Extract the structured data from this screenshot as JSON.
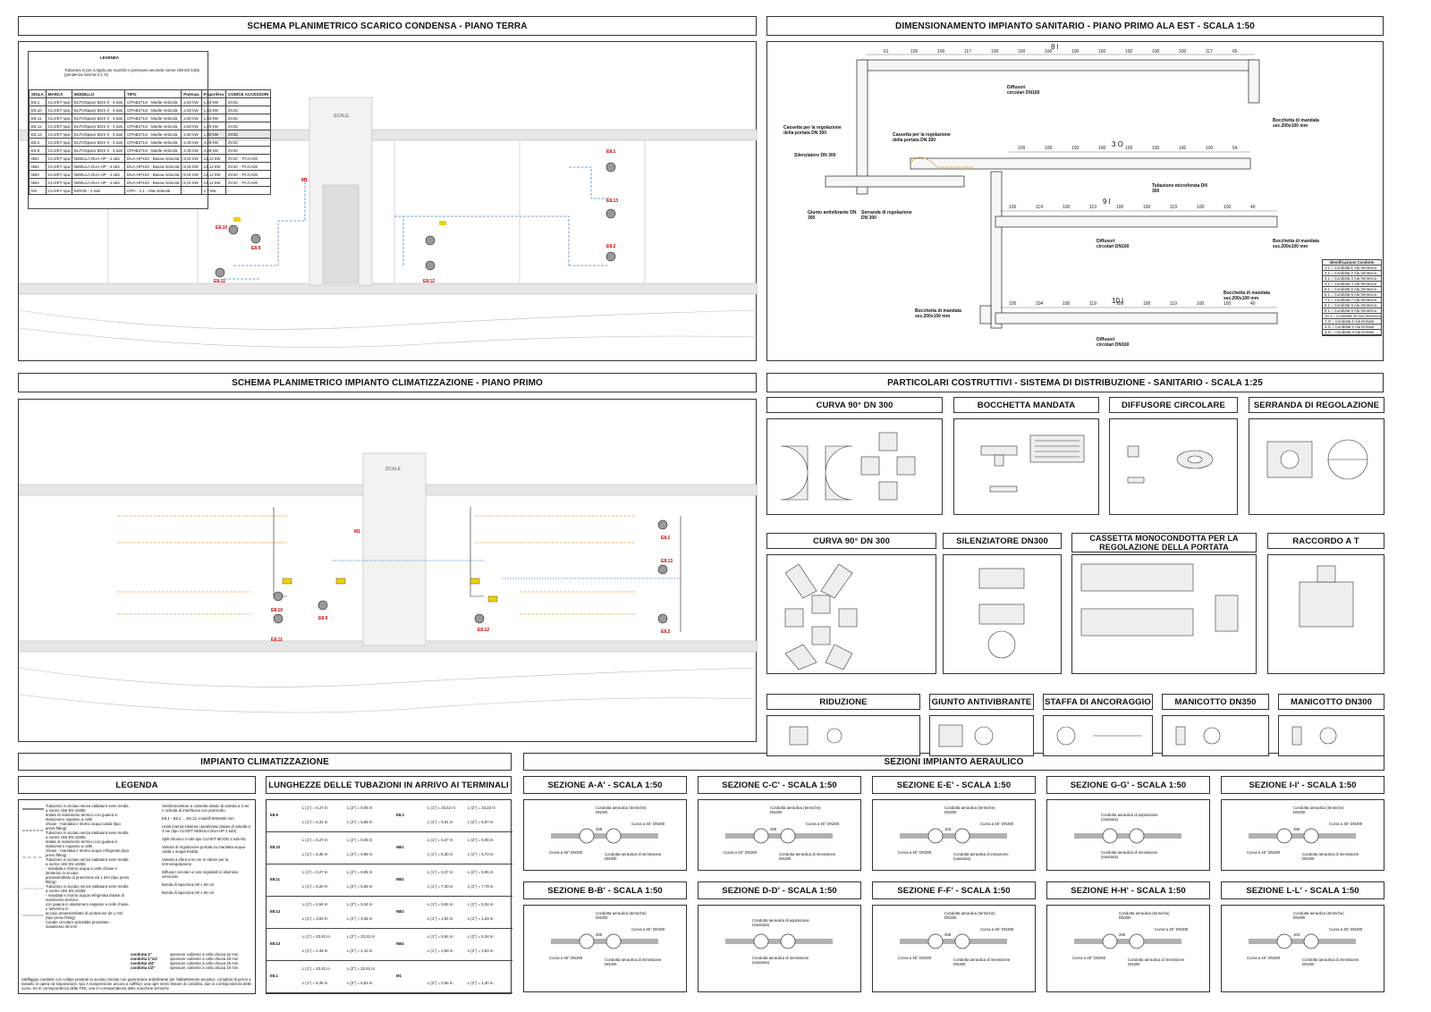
{
  "sheet": {
    "panels": {
      "p1_title": "SCHEMA PLANIMETRICO SCARICO CONDENSA - PIANO TERRA",
      "p2_title": "DIMENSIONAMENTO IMPIANTO SANITARIO - PIANO PRIMO ALA EST - SCALA 1:50",
      "p3_title": "SCHEMA PLANIMETRICO IMPIANTO CLIMATIZZAZIONE - PIANO PRIMO",
      "p4_title": "PARTICOLARI COSTRUTTIVI - SISTEMA DI DISTRIBUZIONE - SANITARIO - SCALA 1:25",
      "p5_title": "IMPIANTO CLIMATIZZAZIONE",
      "p6_title": "SEZIONI IMPIANTO AERAULICO"
    },
    "details": {
      "curva90a": "CURVA 90° DN 300",
      "bocchetta": "BOCCHETTA MANDATA",
      "diffusore": "DIFFUSORE CIRCOLARE",
      "serranda": "SERRANDA DI REGOLAZIONE",
      "curva90b": "CURVA 90° DN 300",
      "silenziatore": "SILENZIATORE DN300",
      "cassetta": "CASSETTA MONOCONDOTTA PER LA REGOLAZIONE DELLA PORTATA",
      "raccordo": "RACCORDO A T",
      "riduzione": "RIDUZIONE",
      "giunto": "GIUNTO ANTIVIBRANTE",
      "staffa": "STAFFA DI ANCORAGGIO",
      "manicotto350": "MANICOTTO DN350",
      "manicotto300": "MANICOTTO DN300"
    },
    "sections": {
      "aa": "SEZIONE A-A' - SCALA 1:50",
      "cc": "SEZIONE C-C' - SCALA 1:50",
      "ee": "SEZIONE E-E' - SCALA 1:50",
      "gg": "SEZIONE G-G' - SCALA 1:50",
      "ii": "SEZIONE I-I' - SCALA 1:50",
      "bb": "SEZIONE B-B' - SCALA 1:50",
      "dd": "SEZIONE D-D' - SCALA 1:50",
      "ff": "SEZIONE F-F' - SCALA 1:50",
      "hh": "SEZIONE H-H' - SCALA 1:50",
      "ll": "SEZIONE L-L' - SCALA 1:50"
    },
    "legend_title": "LEGENDA",
    "lengths_title": "LUNGHEZZE DELLE TUBAZIONI IN ARRIVO AI TERMINALI",
    "plan_labels": {
      "scale": "SCALE",
      "e1": "E8.1",
      "e2": "E8.2",
      "e9": "E8.9",
      "e10": "E8.10",
      "e11": "E8.11",
      "e12": "E8.12",
      "e13": "E8.13",
      "m1": "M1"
    },
    "sanitario": {
      "g8": "8 l",
      "g3": "3 O",
      "g9": "9 l",
      "g10": "10 l",
      "cassetta1": "Cassetta per la regolazione della portata DN 300",
      "cassetta2": "Cassetta per la regolazione della portata DN 300",
      "silenziatore": "Silenziatore DN 300",
      "giunto": "Giunto antivibrante DN 300",
      "serranda": "Serranda di regolazione DN 300",
      "diffusori": "Diffusori circolari DN160",
      "bocchetta": "Bocchetta di mandata sez.200x100 mm",
      "tubazione": "Tubazione microforata DN 300",
      "ident": "Identificazione Condotte"
    },
    "lengths_rows": [
      {
        "id": "E8.9",
        "a": "L (1°) = 6,27 m",
        "b": "L (2°) = 6,05 m",
        "c": "L (1°) = 6,31 m",
        "d": "L (2°) = 5,88 m",
        "id2": "E8.2",
        "e": "L (1°) = 23,42 m",
        "f": "L (2°) = 23,22 m",
        "g": "L (1°) = 5,91 m",
        "h": "L (2°) = 5,97 m"
      },
      {
        "id": "E8.10",
        "a": "L (1°) = 6,27 m",
        "b": "L (2°) = 6,05 m",
        "c": "L (1°) = 5,36 m",
        "d": "L (2°) = 5,88 m",
        "id2": "NB1",
        "e": "L (1°) = 6,27 m",
        "f": "L (2°) = 6,06 m",
        "g": "L (1°) = 5,30 m",
        "h": "L (2°) = 5,73 m"
      },
      {
        "id": "E8.11",
        "a": "L (1°) = 6,27 m",
        "b": "L (2°) = 6,05 m",
        "c": "L (1°) = 6,20 m",
        "d": "L (2°) = 6,05 m",
        "id2": "NB2",
        "e": "L (1°) = 6,27 m",
        "f": "L (2°) = 6,06 m",
        "g": "L (1°) = 7,30 m",
        "h": "L (2°) = 7,79 m"
      },
      {
        "id": "E8.12",
        "a": "L (1°) = 5,54 m",
        "b": "L (2°) = 5,34 m",
        "c": "L (1°) = 3,63 m",
        "d": "L (2°) = 3,45 m",
        "id2": "NB3",
        "e": "L (1°) = 5,54 m",
        "f": "L (2°) = 5,34 m",
        "g": "L (1°) = 1,94 m",
        "h": "L (2°) = 1,33 m"
      },
      {
        "id": "E8.13",
        "a": "L (1°) = 23,42 m",
        "b": "L (2°) = 23,42 m",
        "c": "L (1°) = 2,49 m",
        "d": "L (2°) = 2,10 m",
        "id2": "NB4",
        "e": "L (1°) = 5,54 m",
        "f": "L (2°) = 5,34 m",
        "g": "L (1°) = 4,59 m",
        "h": "L (2°) = 3,83 m"
      },
      {
        "id": "E8.1",
        "a": "L (1°) = 23,42 m",
        "b": "L (2°) = 23,42 m",
        "c": "L (1°) = 6,36 m",
        "d": "L (2°) = 6,83 m",
        "id2": "M1",
        "e": "",
        "f": "",
        "g": "L (2°) = 0,55 m",
        "h": "L (2°) = 1,20 m"
      }
    ],
    "legend_lines": [
      "Tubazioni in acciaio senza saldatura serie media a norme UNI EN 10255",
      "dotate di isolamento termico con guaina in elastomero espanso a celle",
      "chiuse - mandata e ritorno acqua calda (tipo press fitting)",
      "Tubazioni in acciaio senza saldatura serie media a norme UNI EN 10255",
      "dotate di isolamento termico con guaina in elastomero espanso a celle",
      "chiuse - mandata e ritorno acqua refrigerata (tipo press fitting)",
      "Tubazioni in acciaio senza saldatura serie media a norme UNI EN 10255",
      "- mandata e ritorno acqua a celle chiuse e lamierino in acciaio",
      "preassemblato di protezione da 1 mm (tipo press fitting)",
      "Tubazioni in acciaio senza saldatura serie media a norme UNI EN 10255",
      "- mandata e ritorno acqua refrigerata dotate di isolamento termico",
      "con guaina in elastomero espanso a celle chiuse e lamierino in",
      "acciaio preassemblato di protezione da 1 mm (tipo press fitting)",
      "Canale circolare spiroidale preisolato - isolamento 25 mm"
    ],
    "legend_right": [
      "Ventilconvettore a cassetta dotato di valvola a 3 vie e scheda di interfaccia con protocollo",
      "E8.1 - E8.2 ... E8.13: modelli 600x600 mm",
      "Unità interna sistema canalizzato dotato di valvola a 3 vie (tipo CLIVET NEBULA DUA HP 4 tubi)",
      "Split idronico 2 tubi tipo CLIVET MOOD 2 tubi M1",
      "Valvola di regolazione portata su mandata acqua calda e acqua fredda",
      "Valvola a sfera a tre vie in ottone per la termoregolazione",
      "Diffusori circolari a coni regolabili in alluminio verniciato",
      "Botola di ispezione 60 x 60 cm",
      "Botola di ispezione 60 x 60 cm"
    ],
    "condotte": [
      {
        "d": "condotta 2\"",
        "s": "spessore coibente a cella chiusa 32 mm"
      },
      {
        "d": "condotta 1\"1/2",
        "s": "spessore coibente a cella chiusa 28 mm"
      },
      {
        "d": "condotta 3/4\"",
        "s": "spessore coibente a cella chiusa 25 mm"
      },
      {
        "d": "condotta 1/2\"",
        "s": "spessore coibente a cella chiusa 19 mm"
      }
    ],
    "legend_note": "Staffaggio condotte con collare pesante in acciaio zincato con guarnizione antivibrante per l'abbattimento acustico, completo di perno a tassello in opera ed separazione, tipo A (sospensione ancora a soffitto): una ogni metro lineare di condotta, due in corrispondenza delle curve, tre in corrispondenza delle TEE, una in corrispondenza delle macchine termiche",
    "condensa_table": {
      "title": "LEGENDA",
      "note": "Tubazioni in pvc a rigido per scarichi in pressione secondo norme UNI EN 1452 (pendenza minima 0,1 %)",
      "header": [
        "SIGLA",
        "MARCA",
        "MODELLO",
        "TIPO",
        "Potenza",
        "Frigorifera",
        "CODICE ACCESSORI"
      ],
      "rows": [
        [
          "E8.1",
          "CLIVET spa",
          "ELFOSpace BOX 3 - 4 tubi",
          "CPHB271S - Medie Velocità",
          "2,50 kW",
          "1,83 kW",
          "ZV4C"
        ],
        [
          "E8.10",
          "CLIVET spa",
          "ELFOSpace BOX 3 - 4 tubi",
          "CPHB271S - Medie Velocità",
          "2,50 kW",
          "1,83 kW",
          "ZV4C"
        ],
        [
          "E8.11",
          "CLIVET spa",
          "ELFOSpace BOX 3 - 4 tubi",
          "CPHB271S - Medie Velocità",
          "2,50 kW",
          "1,83 kW",
          "ZV4C"
        ],
        [
          "E8.12",
          "CLIVET spa",
          "ELFOSpace BOX 3 - 4 tubi",
          "CPHB271S - Medie Velocità",
          "2,50 kW",
          "1,83 kW",
          "ZV4C"
        ],
        [
          "E8.13",
          "CLIVET spa",
          "ELFOSpace BOX 3 - 4 tubi",
          "CPHB271S - Medie Velocità",
          "2,50 kW",
          "1,83 kW",
          "ZV4C"
        ],
        [
          "E8.2",
          "CLIVET spa",
          "ELFOSpace BOX 3 - 4 tubi",
          "CPHB271S - Medie Velocità",
          "4,30 kW",
          "4,28 kW",
          "ZV4C"
        ],
        [
          "E8.9",
          "CLIVET spa",
          "ELFOSpace BOX 3 - 4 tubi",
          "CPHB271S - Medie Velocità",
          "4,30 kW",
          "4,28 kW",
          "ZV4C"
        ],
        [
          "NB1",
          "CLIVET spa",
          "NEBULA DUA HP - 4 tubi",
          "DUA-HP103 - Bassa Velocità",
          "8,01 kW",
          "12,14 kW",
          "ZV4C - PCCA00"
        ],
        [
          "NB2",
          "CLIVET spa",
          "NEBULA DUA HP - 4 tubi",
          "DUA-HP103 - Bassa Velocità",
          "8,01 kW",
          "12,14 kW",
          "ZV4C - PCCA00"
        ],
        [
          "NB3",
          "CLIVET spa",
          "NEBULA DUA HP - 4 tubi",
          "DUA-HP103 - Bassa Velocità",
          "8,01 kW",
          "12,14 kW",
          "ZV4C - PCCA00"
        ],
        [
          "NB4",
          "CLIVET spa",
          "NEBULA DUA HP - 4 tubi",
          "DUA-HP103 - Bassa Velocità",
          "8,01 kW",
          "12,14 kW",
          "ZV4C - PCCA00"
        ],
        [
          "M1",
          "CLIVET spa",
          "MOOD - 2 tubi",
          "CPH - 2.1 - Alta Velocità",
          "-",
          "2,7 kW",
          "-"
        ]
      ]
    },
    "ident_rows": [
      "1.1 = Condotta 1 Ala Ventesca",
      "2.1 = Condotta 2 Ala Ventesca",
      "3.1 = Condotta 3 Ala Ventesca",
      "4.1 = Condotta 4 Ala Ventesca",
      "5.1 = Condotta 5 Ala Ventesca",
      "6.1 = Condotta 6 Ala Ventesca",
      "7.1 = Condotta 7 Ala Ventesca",
      "8.1 = Condotta 8 Ala Ventesca",
      "9.1 = Condotta 9 Ala Ventesca",
      "10.1 = Condotta 10 Ala Ventesca",
      "1.O = Condotta 1 Ala Entrata",
      "2.O = Condotta 2 Ala Entrata",
      "3.O = Condotta 3 Ala Entrata"
    ],
    "section_labels": {
      "termiche": "Condotta aeraulica (termiche) DN300",
      "immissione": "Condotta aeraulica di immissione DN300",
      "curva": "Curva a 45° DN300",
      "aspirazione": "Condotta aeraulica di aspirazione (sanitaria)",
      "imm_sanitaria": "Condotta aeraulica di immissione (sanitaria)",
      "estrazione": "Condotta aeraulica di estrazione (sanitaria)",
      "dim259": "259",
      "dim103": "103"
    }
  }
}
